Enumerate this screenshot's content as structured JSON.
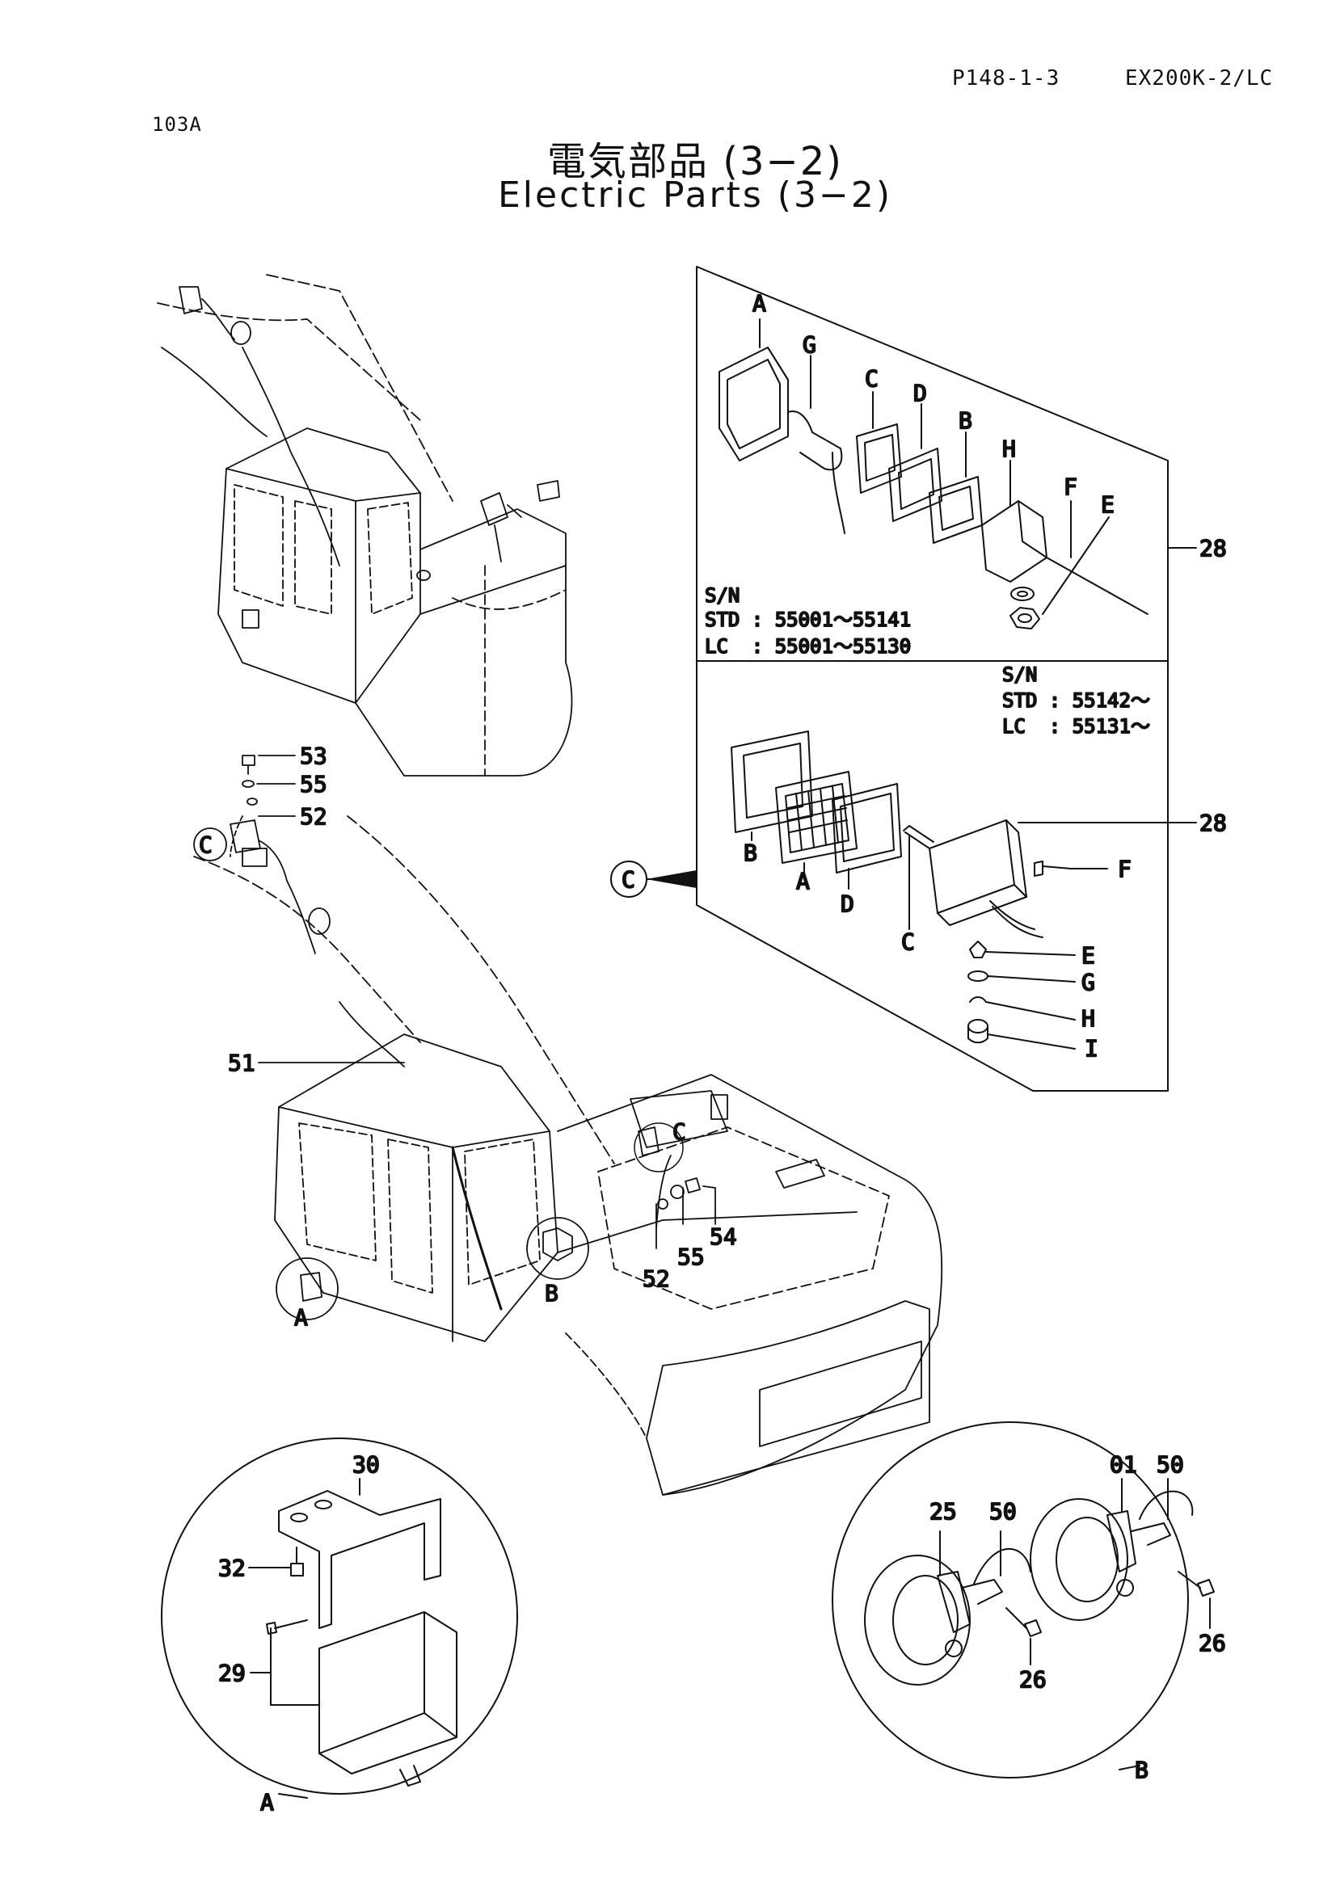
{
  "header": {
    "page_code": "P148-1-3",
    "model": "EX200K-2/LC",
    "sheet_no": "103A",
    "title_ja": "電気部品 (3−2)",
    "title_en": "Electric Parts (3−2)"
  },
  "upper_detail": {
    "sn_title": "S/N",
    "std_line": "STD : 55001～55141",
    "lc_line": "LC  : 55001～55130",
    "letters": {
      "a": "A",
      "g": "G",
      "c": "C",
      "d": "D",
      "b": "B",
      "h": "H",
      "f": "F",
      "e": "E"
    },
    "assy_no": "28"
  },
  "lower_detail": {
    "sn_title": "S/N",
    "std_line": "STD : 55142～",
    "lc_line": "LC  : 55131～",
    "letters": {
      "b": "B",
      "a": "A",
      "d": "D",
      "c": "C",
      "f": "F",
      "e": "E",
      "g": "G",
      "h": "H",
      "i": "I"
    },
    "assy_no": "28",
    "callout": "C"
  },
  "main": {
    "parts": {
      "p53": "53",
      "p55": "55",
      "p52": "52",
      "p51": "51",
      "p54": "54",
      "p52b": "52",
      "p55b": "55"
    },
    "refs": {
      "c_left": "C",
      "c_top": "C",
      "b_ref": "B",
      "a_ref": "A"
    }
  },
  "detail_a": {
    "p30": "30",
    "p32": "32",
    "p29": "29",
    "label": "A"
  },
  "detail_b": {
    "p25": "25",
    "p50a": "50",
    "p01": "01",
    "p50b": "50",
    "p26a": "26",
    "p26b": "26",
    "label": "B"
  }
}
